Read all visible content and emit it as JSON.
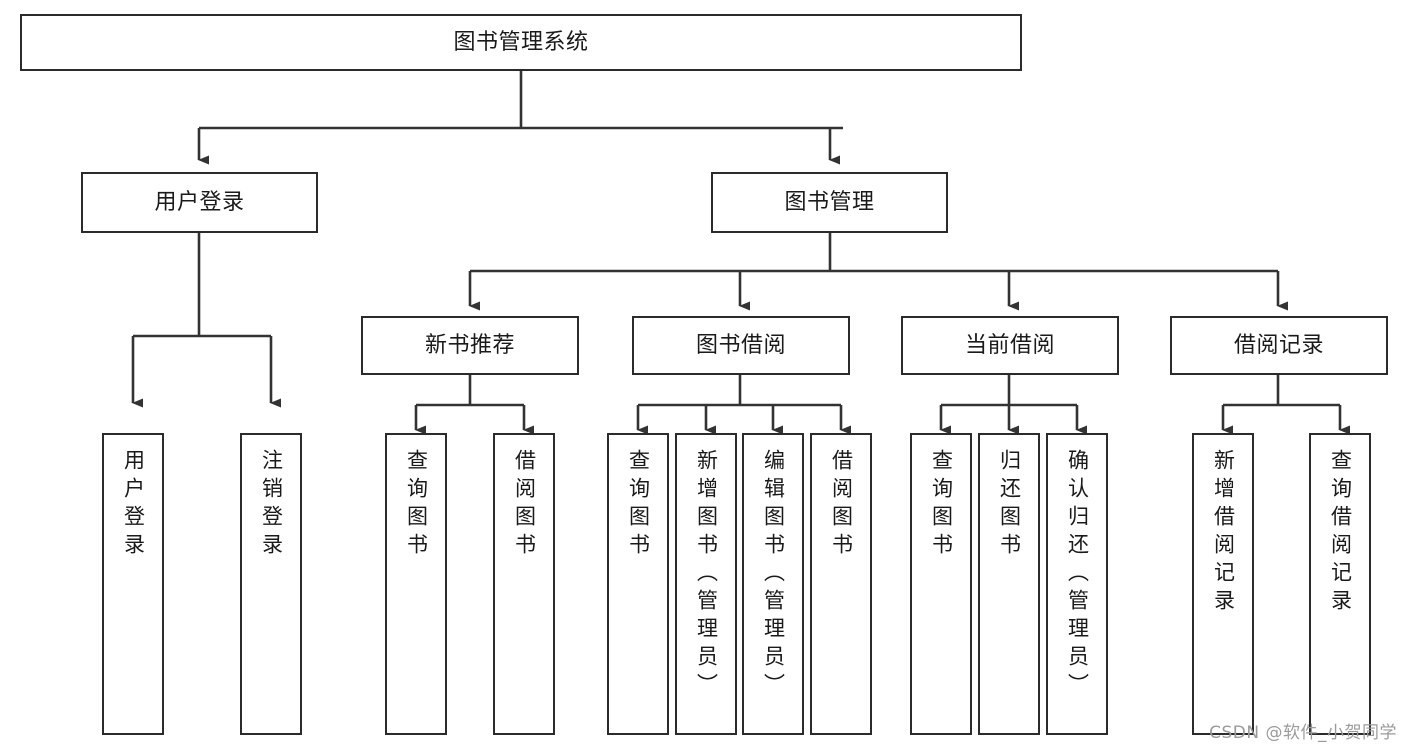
{
  "diagram": {
    "title": "图书管理系统",
    "type": "hierarchy-tree",
    "watermark": "CSDN @软件_小贺同学",
    "colors": {
      "box_stroke": "#2b2b2b",
      "box_fill": "#ffffff",
      "edge": "#333333",
      "text": "#1a1a1a",
      "watermark": "#9b9b9b"
    },
    "levels": {
      "root": {
        "label": "图书管理系统"
      },
      "level2": [
        {
          "id": "user-login",
          "label": "用户登录"
        },
        {
          "id": "book-management",
          "label": "图书管理"
        }
      ],
      "level3": [
        {
          "id": "new-book-recommend",
          "label": "新书推荐"
        },
        {
          "id": "book-borrow",
          "label": "图书借阅"
        },
        {
          "id": "current-borrow",
          "label": "当前借阅"
        },
        {
          "id": "borrow-record",
          "label": "借阅记录"
        }
      ],
      "leaves": {
        "user-login": [
          {
            "id": "leaf-user-login",
            "label": "用户登录"
          },
          {
            "id": "leaf-logout",
            "label": "注销登录"
          }
        ],
        "new-book-recommend": [
          {
            "id": "leaf-query-book-1",
            "label": "查询图书"
          },
          {
            "id": "leaf-borrow-book-1",
            "label": "借阅图书"
          }
        ],
        "book-borrow": [
          {
            "id": "leaf-query-book-2",
            "label": "查询图书"
          },
          {
            "id": "leaf-add-book",
            "label": "新增图书（管理员）"
          },
          {
            "id": "leaf-edit-book",
            "label": "编辑图书（管理员）"
          },
          {
            "id": "leaf-borrow-book-2",
            "label": "借阅图书"
          }
        ],
        "current-borrow": [
          {
            "id": "leaf-query-book-3",
            "label": "查询图书"
          },
          {
            "id": "leaf-return-book",
            "label": "归还图书"
          },
          {
            "id": "leaf-confirm-return",
            "label": "确认归还（管理员）"
          }
        ],
        "borrow-record": [
          {
            "id": "leaf-add-record",
            "label": "新增借阅记录"
          },
          {
            "id": "leaf-query-record",
            "label": "查询借阅记录"
          }
        ]
      }
    }
  }
}
